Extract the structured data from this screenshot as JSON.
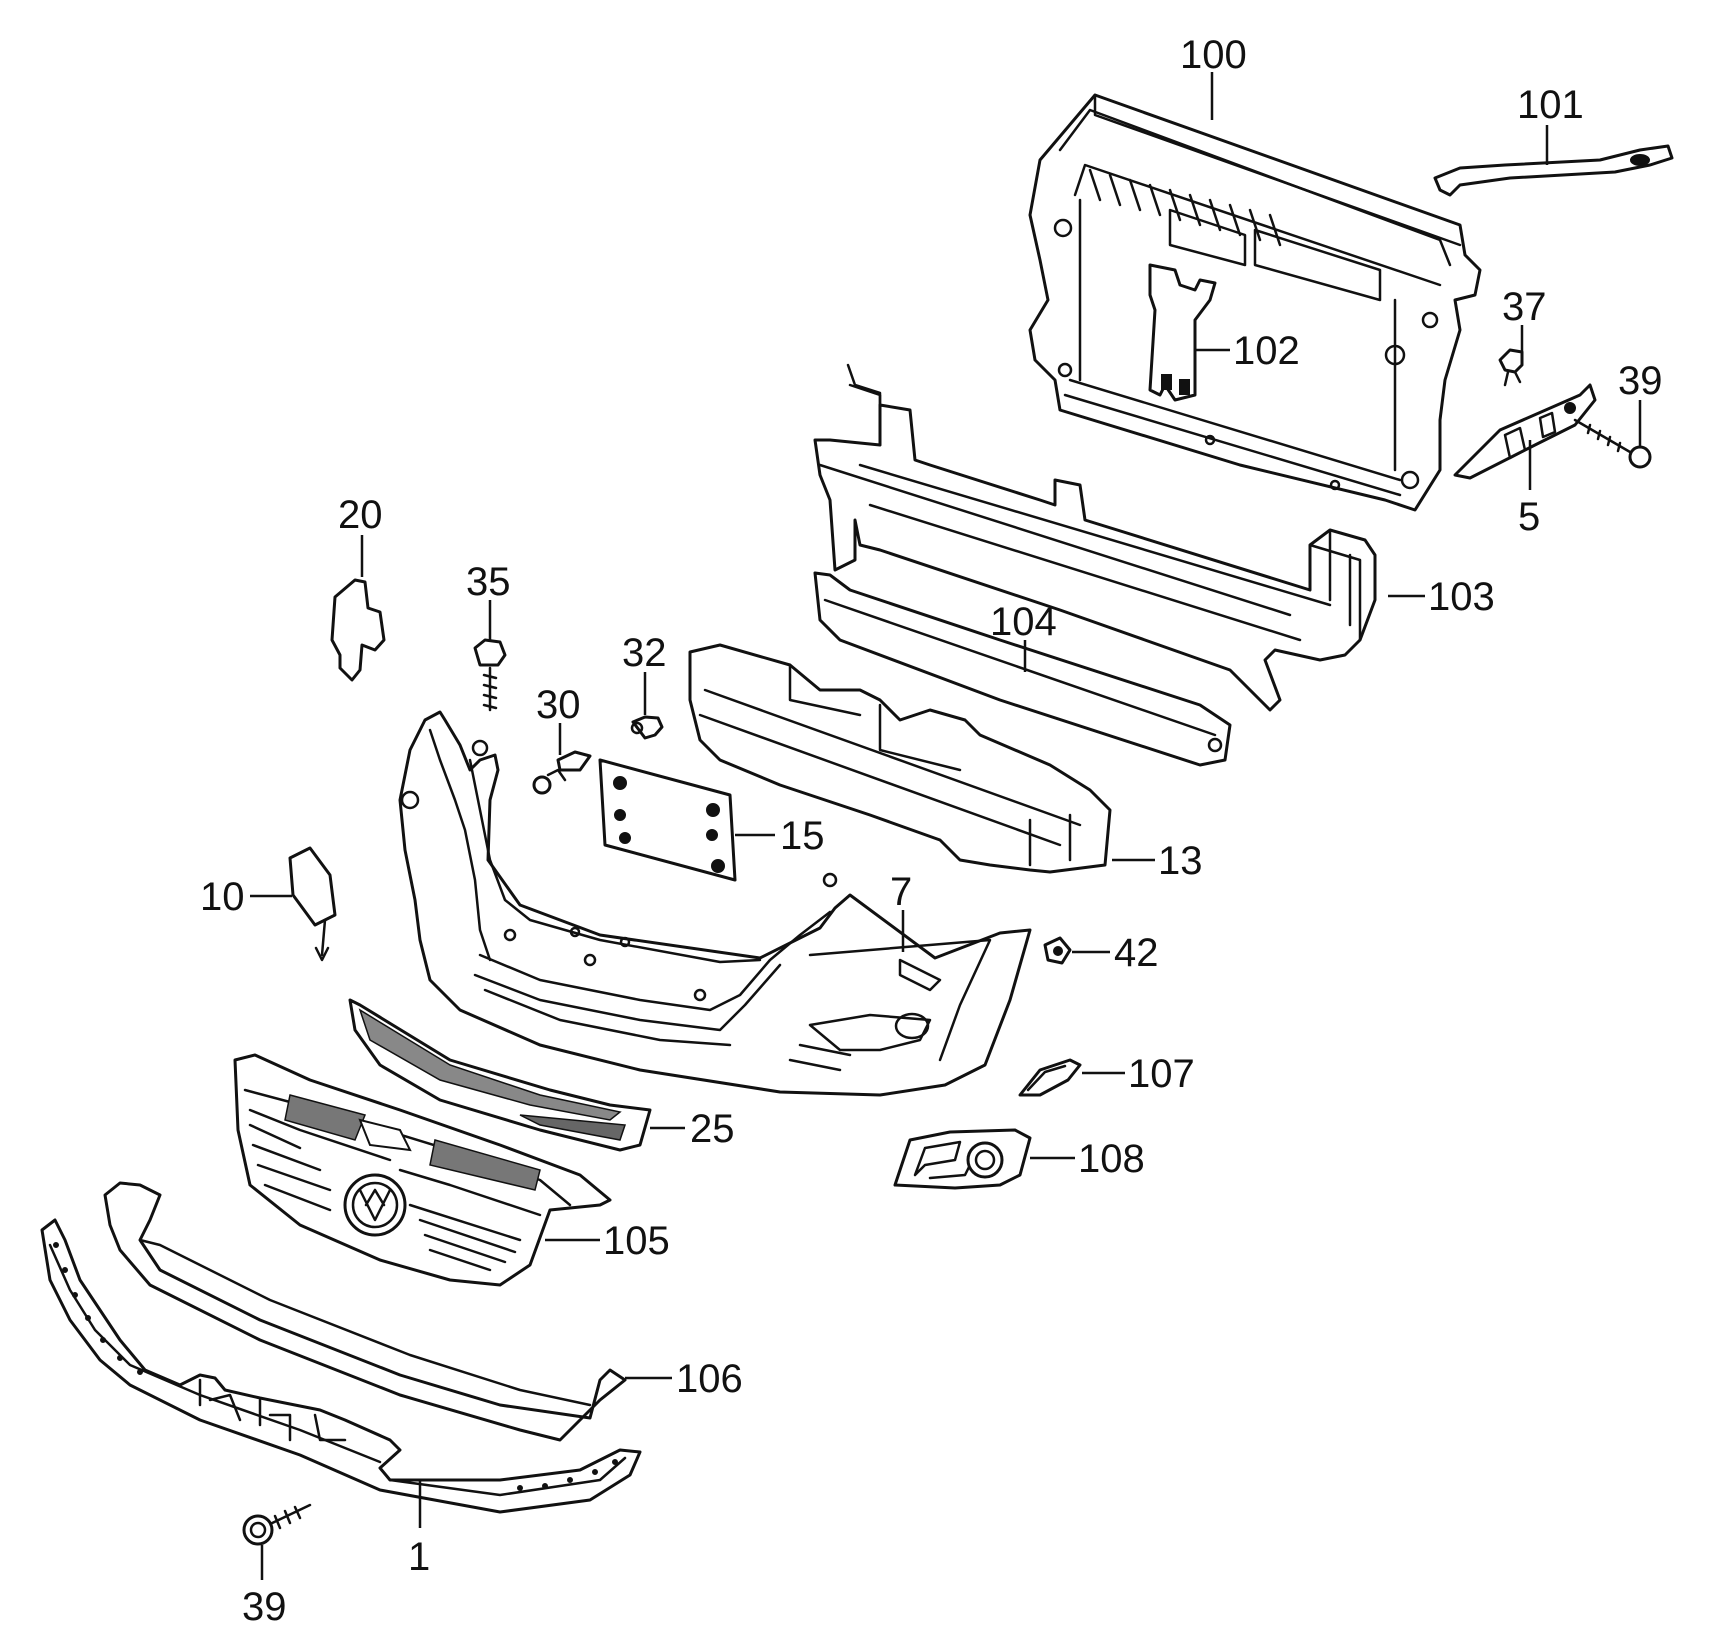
{
  "callouts": {
    "p100": "100",
    "p101": "101",
    "p102": "102",
    "p37": "37",
    "p39_upper": "39",
    "p5": "5",
    "p103": "103",
    "p104": "104",
    "p20": "20",
    "p35": "35",
    "p32": "32",
    "p30": "30",
    "p15": "15",
    "p13": "13",
    "p10": "10",
    "p7": "7",
    "p42": "42",
    "p107": "107",
    "p25": "25",
    "p108": "108",
    "p105": "105",
    "p106": "106",
    "p1": "1",
    "p39_lower": "39"
  }
}
